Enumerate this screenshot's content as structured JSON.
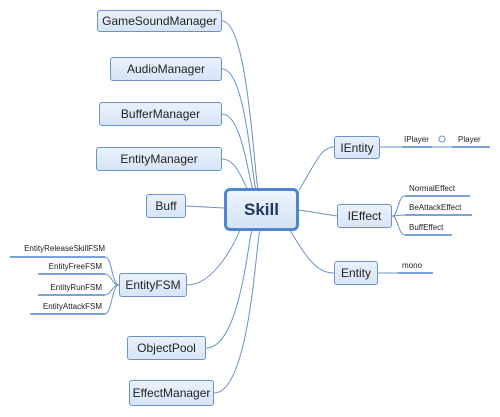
{
  "central": {
    "label": "Skill"
  },
  "left_nodes": {
    "game_sound_manager": "GameSoundManager",
    "audio_manager": "AudioManager",
    "buffer_manager": "BufferManager",
    "entity_manager": "EntityManager",
    "buff": "Buff",
    "entity_fsm": "EntityFSM",
    "object_pool": "ObjectPool",
    "effect_manager": "EffectManager"
  },
  "entity_fsm_children": {
    "release_skill": "EntityReleaseSkillFSM",
    "free": "EntityFreeFSM",
    "run": "EntityRunFSM",
    "attack": "EntityAttackFSM"
  },
  "right_nodes": {
    "ientity": "IEntity",
    "ieffect": "IEffect",
    "entity": "Entity"
  },
  "ientity_children": {
    "iplayer": "IPlayer",
    "player": "Player"
  },
  "ieffect_children": {
    "normal_effect": "NormalEffect",
    "be_attack_effect": "BeAttackEffect",
    "buff_effect": "BuffEffect"
  },
  "entity_children": {
    "mono": "mono"
  },
  "colors": {
    "line": "#6c93c6",
    "leaf_line": "#4f86cc",
    "node_fill": "#dce8f8",
    "central_border": "#4f86cc"
  }
}
